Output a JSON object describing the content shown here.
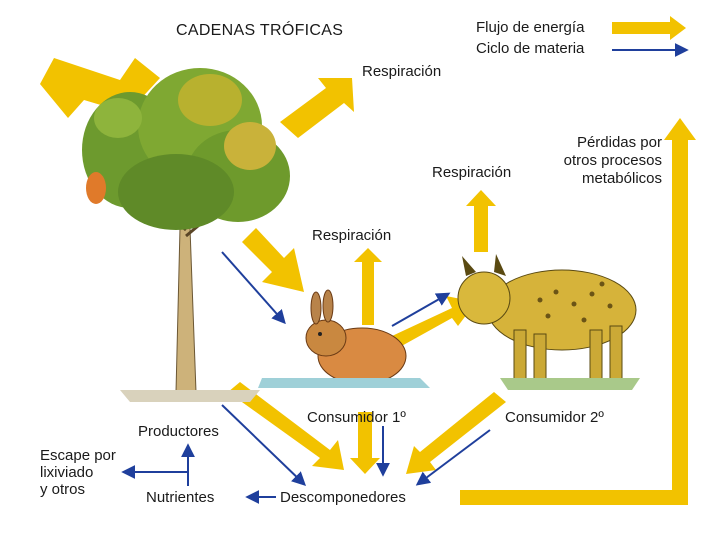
{
  "title": "CADENAS TRÓFICAS",
  "legend": {
    "energy_flow": "Flujo de energía",
    "matter_cycle": "Ciclo de materia",
    "energy_color": "#f2c200",
    "matter_color": "#1f3f9c"
  },
  "labels": {
    "respiration_producer": "Respiración",
    "respiration_consumer1": "Respiración",
    "respiration_consumer2": "Respiración",
    "losses": "Pérdidas por\notros procesos\nmetabólicos",
    "producers": "Productores",
    "consumer1": "Consumidor 1º",
    "consumer2": "Consumidor 2º",
    "decomposers": "Descomponedores",
    "nutrients": "Nutrientes",
    "escape": "Escape por\nlixiviado\ny otros"
  },
  "icons": {
    "producer": "tree-icon",
    "consumer1": "rabbit-icon",
    "consumer2": "lynx-icon"
  }
}
